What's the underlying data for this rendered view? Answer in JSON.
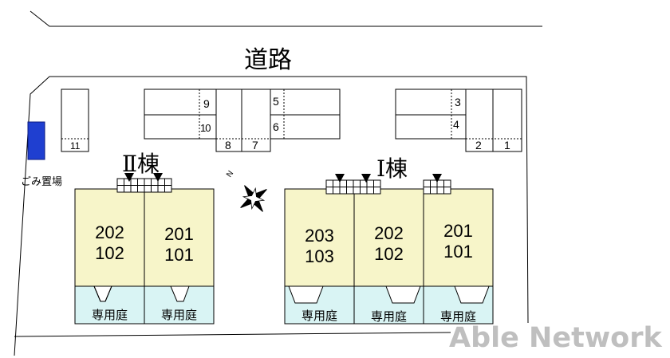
{
  "road_label": "道路",
  "garbage_label": "ごみ置場",
  "building_2": {
    "name": "Ⅱ棟",
    "units": [
      {
        "upper": "202",
        "lower": "102"
      },
      {
        "upper": "201",
        "lower": "101"
      }
    ],
    "garden_label": "専用庭"
  },
  "building_1": {
    "name": "Ⅰ棟",
    "units": [
      {
        "upper": "203",
        "lower": "103"
      },
      {
        "upper": "202",
        "lower": "102"
      },
      {
        "upper": "201",
        "lower": "101"
      }
    ],
    "garden_label": "専用庭"
  },
  "parking_left": [
    "11",
    "9",
    "10",
    "8",
    "7",
    "5",
    "6"
  ],
  "parking_right": [
    "3",
    "4",
    "2",
    "1"
  ],
  "compass_label": "N",
  "watermark": "Able Network",
  "colors": {
    "unit_fill": "#f7f5c9",
    "garden_fill": "#d9f4f4",
    "garbage_fill": "#1f3fd0"
  }
}
